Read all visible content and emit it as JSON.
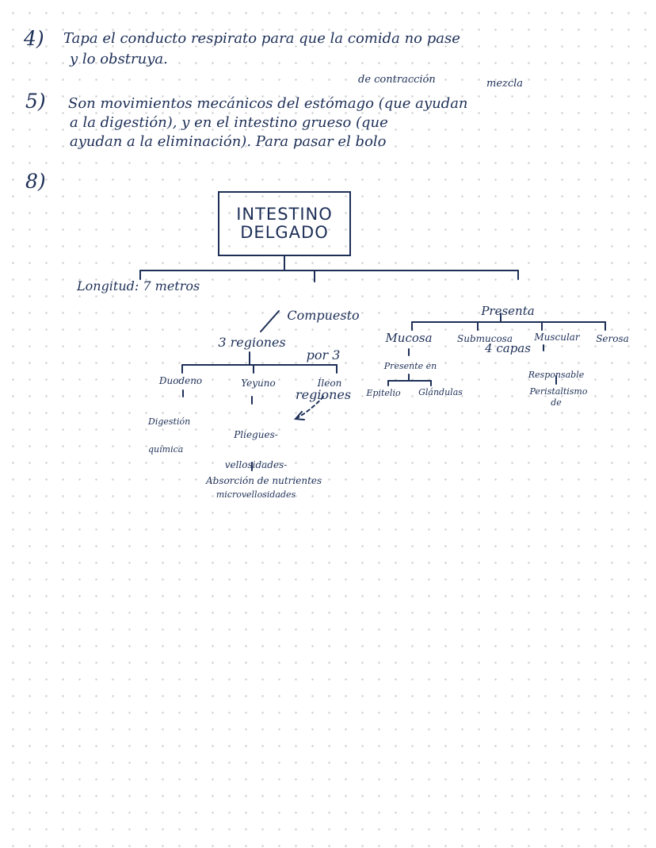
{
  "q4": {
    "number": "4)",
    "line1": "Tapa el conducto respirato para que la comida no pase",
    "line2": "y lo obstruya."
  },
  "q5": {
    "number": "5)",
    "line1": "Son movimientos mecánicos del estómago (que ayudan",
    "line2": "a la digestión), y en el intestino grueso (que",
    "line3": "ayudan a la eliminación). Para pasar el bolo",
    "insert_contraccion": "de contracción",
    "insert_mezcla": "mezcla"
  },
  "q8": {
    "number": "8)",
    "title_line1": "INTESTINO",
    "title_line2": "DELGADO",
    "longitud": "Longitud: 7 metros",
    "compuesto_line1": "Compuesto",
    "compuesto_line2": "por 3",
    "compuesto_line3": "regiones",
    "presenta_line1": "Presenta",
    "presenta_line2": "4 capas",
    "tres_regiones": "3 regiones",
    "duodeno": "Duodeno",
    "yeyuno": "Yeyuno",
    "ileon": "Íleon",
    "digestion_line1": "Digestión",
    "digestion_line2": "química",
    "pliegues_line1": "Pliegues-",
    "pliegues_line2": "vellosidades-",
    "pliegues_line3": "microvellosidades",
    "absorcion": "Absorción de nutrientes",
    "mucosa": "Mucosa",
    "submucosa": "Submucosa",
    "muscular": "Muscular",
    "serosa": "Serosa",
    "presente_en": "Presente en",
    "epitelio": "Epitelio",
    "glandulas": "Glándulas",
    "responsable_line1": "Responsable",
    "responsable_line2": "de",
    "peristaltismo": "Peristaltismo"
  },
  "colors": {
    "ink": "#1d2f57",
    "paper": "#ffffff",
    "grid_dots": "#d2d2d2"
  }
}
